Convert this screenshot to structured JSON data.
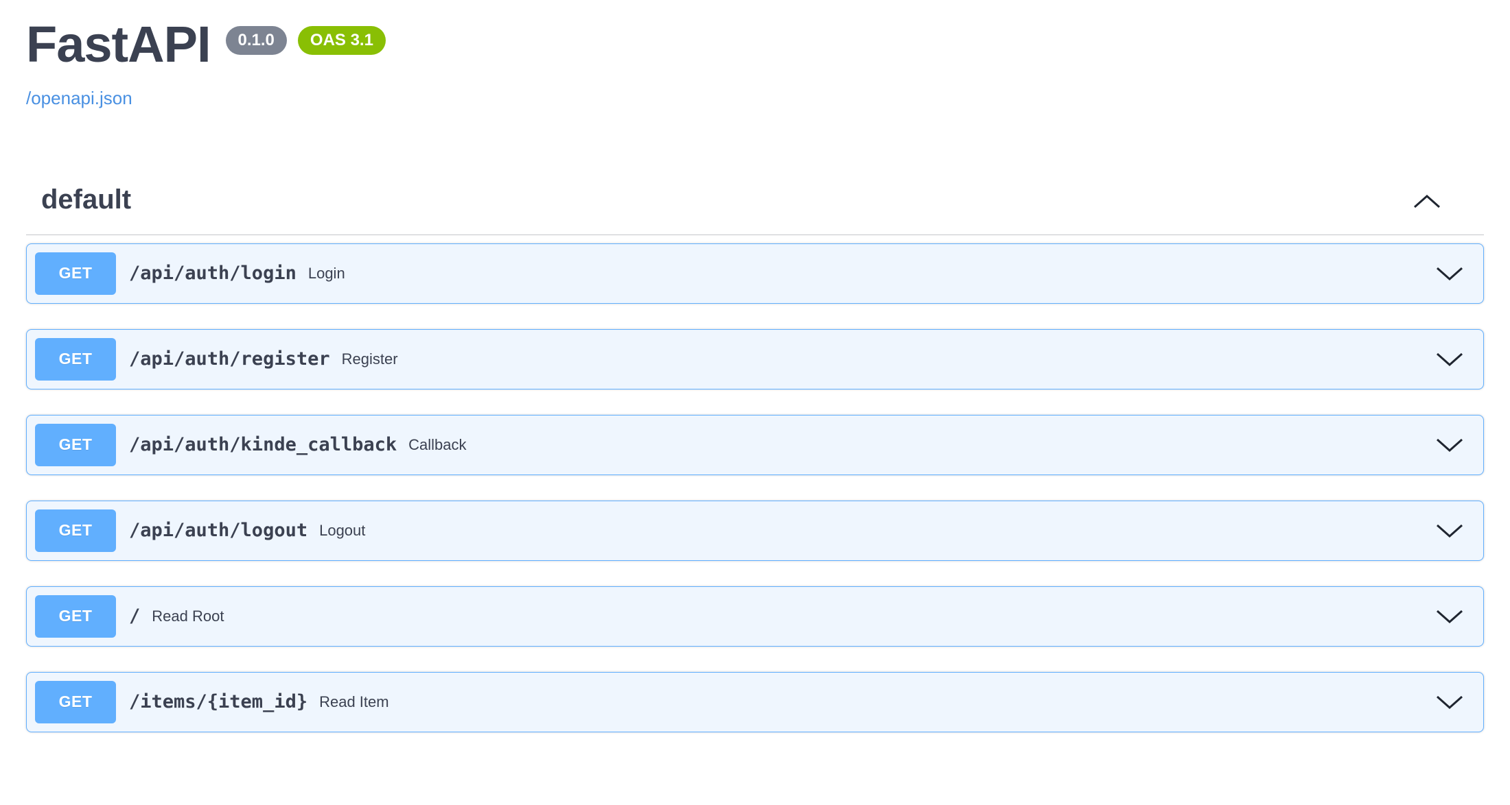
{
  "header": {
    "title": "FastAPI",
    "version_badge": "0.1.0",
    "spec_badge": "OAS 3.1",
    "spec_link": "/openapi.json"
  },
  "section": {
    "title": "default"
  },
  "endpoints": [
    {
      "method": "GET",
      "path": "/api/auth/login",
      "summary": "Login"
    },
    {
      "method": "GET",
      "path": "/api/auth/register",
      "summary": "Register"
    },
    {
      "method": "GET",
      "path": "/api/auth/kinde_callback",
      "summary": "Callback"
    },
    {
      "method": "GET",
      "path": "/api/auth/logout",
      "summary": "Logout"
    },
    {
      "method": "GET",
      "path": "/",
      "summary": "Read Root"
    },
    {
      "method": "GET",
      "path": "/items/{item_id}",
      "summary": "Read Item"
    }
  ],
  "colors": {
    "get_blue": "#61affe",
    "row_bg": "#eff6fe",
    "version_badge_bg": "#7d8492",
    "spec_badge_bg": "#89bf04",
    "link_blue": "#4990e2",
    "text_dark": "#3b4151",
    "divider": "rgba(59,65,81,0.3)"
  }
}
